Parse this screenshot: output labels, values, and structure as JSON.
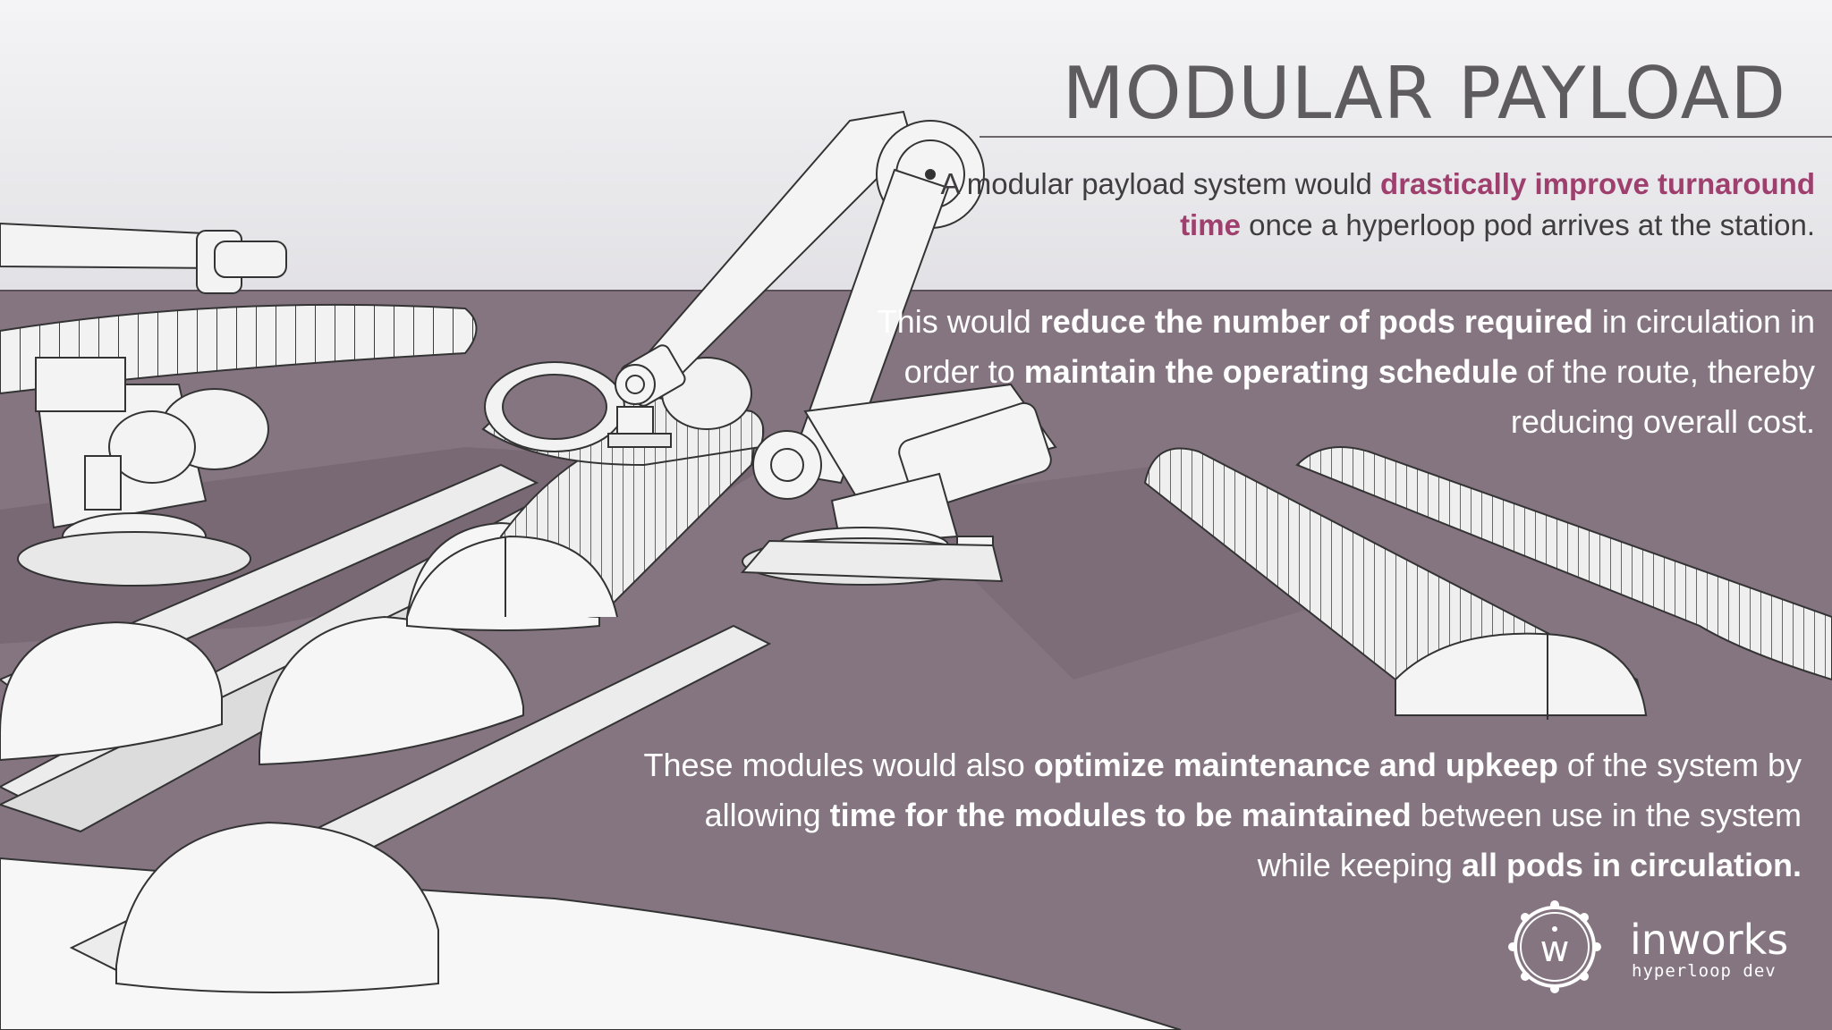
{
  "slide": {
    "title": "MODULAR PAYLOAD",
    "intro": {
      "pre": "A modular payload system would ",
      "bold": "drastically improve turnaround time",
      "post": " once a hyperloop pod arrives at the station."
    },
    "para2": {
      "t1": "This would ",
      "b1": "reduce the number of pods required",
      "t2": " in circulation in order to ",
      "b2": "maintain the operating schedule",
      "t3": " of the route, thereby reducing overall cost."
    },
    "para3": {
      "t1": "These modules would also ",
      "b1": "optimize maintenance and upkeep",
      "t2": " of the system by allowing ",
      "b2": "time for the modules to be maintained",
      "t3": " between use in the system while keeping ",
      "b3": "all pods in circulation."
    }
  },
  "logo": {
    "mark": "w",
    "name": "inworks",
    "tagline": "hyperloop dev"
  },
  "colors": {
    "sky_top": "#f4f4f6",
    "ground": "#857581",
    "accent": "#9e3f6d",
    "title": "#5e5c5f"
  }
}
